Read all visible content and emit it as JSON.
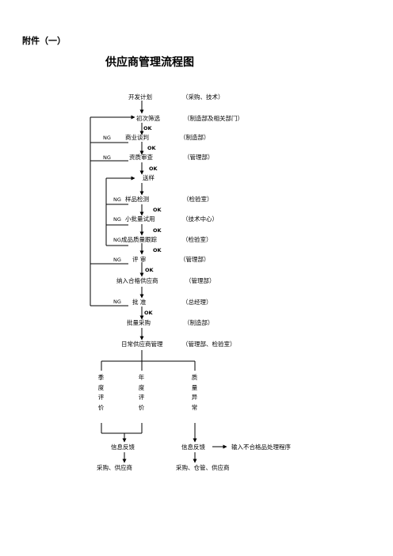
{
  "header": {
    "attachment_label": "附件（一）",
    "title": "供应商管理流程图"
  },
  "steps": {
    "s1": {
      "name": "开发计划",
      "dept": "（采购、技术）"
    },
    "s2": {
      "name": "初次筛选",
      "dept": "（制造部及相关部门）"
    },
    "s3": {
      "name": "商业谈判",
      "dept": "（制造部）"
    },
    "s4": {
      "name": "资质审查",
      "dept": "（管理部）"
    },
    "s5": {
      "name": "送样"
    },
    "s6": {
      "name": "样品检测",
      "dept": "（检验室）"
    },
    "s7": {
      "name": "小批量试用",
      "dept": "（技术中心）"
    },
    "s8": {
      "name": "成品质量跟踪",
      "dept": "（检验室）"
    },
    "s9": {
      "name": "评 审",
      "dept": "（管理部）"
    },
    "s10": {
      "name": "纳入合格供应商",
      "dept": "（管理部）"
    },
    "s11": {
      "name": "批 准",
      "dept": "（总经理）"
    },
    "s12": {
      "name": "批量采购",
      "dept": "（制造部）"
    },
    "s13": {
      "name": "日常供应商管理",
      "dept": "（管理部、检验室）"
    }
  },
  "flags": {
    "ok": "OK",
    "ng": "NG"
  },
  "branches": {
    "quarterly": "季度评价",
    "annual": "年度评价",
    "quality": "质量异常"
  },
  "feedback": {
    "left_label": "信息反馈",
    "left_target": "采购、供应商",
    "right_label": "信息反馈",
    "right_target": "采购、仓管、供应商",
    "right_output": "输入不合格品处理程序"
  }
}
